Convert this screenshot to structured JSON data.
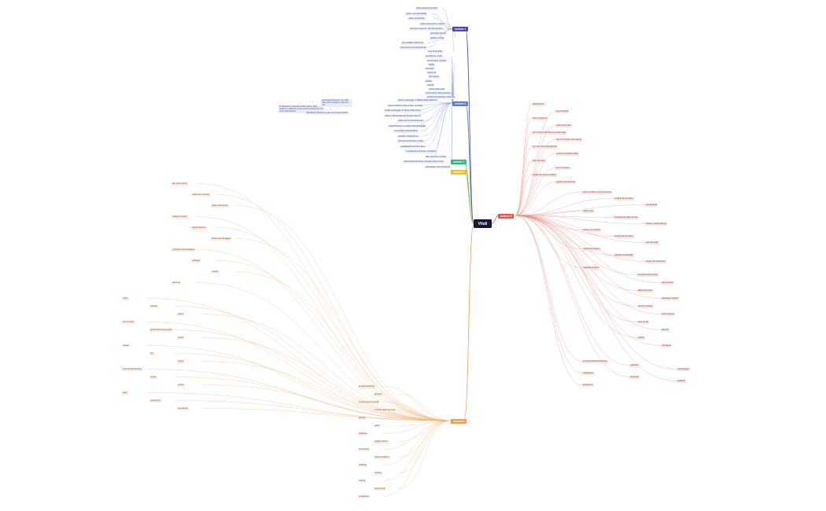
{
  "root": {
    "label": "Vitali"
  },
  "colors": {
    "root": "#161a36",
    "purple": "#5b3fb7",
    "blue": "#5b7bd9",
    "green": "#2fb87a",
    "yellow": "#e6c22a",
    "red": "#e2574c",
    "orange": "#f0a04a"
  },
  "categories": {
    "purple": {
      "label": "sezione 1"
    },
    "blue": {
      "label": "sezione 2"
    },
    "green": {
      "label": "sezione 3"
    },
    "yellow": {
      "label": "sezione 4"
    },
    "red": {
      "label": "sezione 5"
    },
    "orange": {
      "label": "sezione 6"
    }
  },
  "purple_nodes": [
    "determinazione di vario",
    "ruolo e uso accettabile",
    "valore di scambio",
    "valore economico e sapere",
    "ciclo dei consumi e uso del territorio",
    "giochi del calcolo",
    "analisi e critica",
    "dei modelli e della terra",
    "del consumo di conoscenza",
    "costi di benefici"
  ],
  "blue_nodes": [
    "formazione, criteri",
    "uso di valori, impatto",
    "acqua",
    "del suolo",
    "regime di",
    "rete cattiva",
    "analisi",
    "metodi",
    "critica della scala",
    "vincoli trame delle poetiche",
    "produzione dell'alto e dell'area",
    "storico paesaggio, il riflesso della passione",
    "come cambiare scala: il lato e le scale",
    "serizio paesaggio, il riflesso della forma",
    "ritiene e dei fondamenti di tutto il lavoro",
    "valore per il riconoscimento",
    "organizzazione e relazioni del paesaggio",
    "sconvolgere dell'equilibrio",
    "ipotetico e della forma",
    "processi di territorio e spazi",
    "insediamento prima e dopo",
    "insediamenti, territorio, immagine",
    "dati, elementi e vincoli",
    "storia del territorio dei concetti e delle forme",
    "paesaggio, resa di sistema"
  ],
  "blue_left_notes": [
    "paesaggio del luogo, le radici della sua immagine e del suo uso",
    "le riflessioni nell'ambito della cultura, delle scienze e delle arti, come punto di partenza e di arrivo del discorso",
    "riflessione sul luogo e sulle sue trasformazioni"
  ],
  "red_nodes": [
    "infrastrutture",
    "rete di acqua",
    "rete di trasporto",
    "criteri di servizio",
    "per il ritorno alla fonte e la sua tutela",
    "rete di energia e dei sistemi",
    "per l'uso del suolo agricolo",
    "servizi di pubblica utilità",
    "ciclo dei rifiuti",
    "per il recupero",
    "qualità dei servizi pubblici",
    "gestione del sistema",
    "rete di scambi e di conoscenza",
    "il valore del territorio",
    "uso agricolo",
    "valori d'uso",
    "sfruttamento delle risorse",
    "tutela e valorizzazione",
    "risorse per il futuro",
    "funzioni del territorio",
    "uso del suolo",
    "modelli di sviluppo",
    "equilibrio ambientale",
    "sistemi di produzione",
    "capacità di carico",
    "la qualità del territorio",
    "aree protette",
    "difesa del suolo",
    "paesaggio agrario",
    "boschi e foreste",
    "corsi d'acqua",
    "aree umide",
    "pianura",
    "collina",
    "montagna",
    "processi di trasformazione",
    "indicatori",
    "monitoraggio",
    "valutazione",
    "strumenti",
    "politiche",
    "programmi"
  ],
  "orange_nodes": [
    "fasi del progetto",
    "analisi del contesto",
    "studio della forma",
    "indagine storica",
    "interpretazione",
    "lettura del paesaggio",
    "il progetto del paesaggio",
    "strategie",
    "metodi",
    "tecniche",
    "criteri",
    "obiettivi",
    "azioni",
    "prime scelte",
    "gli elementi del progetto",
    "ambiti",
    "sistemi",
    "reti",
    "luoghi",
    "la forma del territorio",
    "regole",
    "norme",
    "piani",
    "programmi",
    "la gestione",
    "la partecipazione",
    "gli attori",
    "il ruolo delle comunità",
    "il valore della memoria",
    "identità",
    "valori",
    "tradizioni",
    "trasformazioni",
    "innovazioni",
    "sperimentazioni",
    "verifiche",
    "risultati",
    "criticità",
    "opportunità",
    "prospettive"
  ]
}
